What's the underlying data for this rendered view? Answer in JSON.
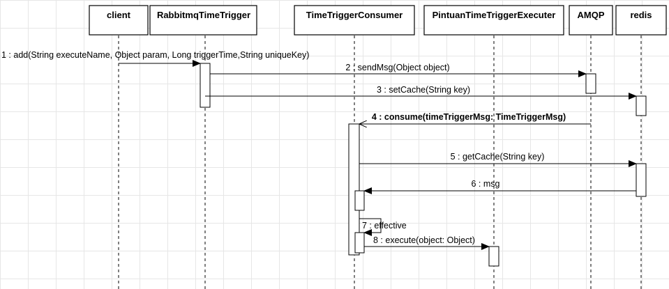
{
  "diagram": {
    "participants": [
      {
        "id": "client",
        "label": "client"
      },
      {
        "id": "rabbit",
        "label": "RabbitmqTimeTrigger"
      },
      {
        "id": "consumer",
        "label": "TimeTriggerConsumer"
      },
      {
        "id": "executer",
        "label": "PintuanTimeTriggerExecuter"
      },
      {
        "id": "amqp",
        "label": "AMQP"
      },
      {
        "id": "redis",
        "label": "redis"
      }
    ],
    "messages": [
      {
        "id": "m1",
        "label": "1 : add(String executeName, Object param, Long triggerTime,String uniqueKey)",
        "from": "client",
        "to": "rabbit",
        "kind": "sync"
      },
      {
        "id": "m2",
        "label": "2 : sendMsg(Object object)",
        "from": "rabbit",
        "to": "amqp",
        "kind": "sync"
      },
      {
        "id": "m3",
        "label": "3 : setCache(String key)",
        "from": "rabbit",
        "to": "redis",
        "kind": "sync"
      },
      {
        "id": "m4",
        "label": "4 : consume(timeTriggerMsg: TimeTriggerMsg)",
        "from": "amqp",
        "to": "consumer",
        "kind": "async"
      },
      {
        "id": "m5",
        "label": "5 : getCache(String key)",
        "from": "consumer",
        "to": "redis",
        "kind": "sync"
      },
      {
        "id": "m6",
        "label": "6 : msg",
        "from": "redis",
        "to": "consumer",
        "kind": "return"
      },
      {
        "id": "m7",
        "label": "7 : effective",
        "from": "consumer",
        "to": "consumer",
        "kind": "self"
      },
      {
        "id": "m8",
        "label": "8 : execute(object: Object)",
        "from": "consumer",
        "to": "executer",
        "kind": "sync"
      }
    ]
  }
}
